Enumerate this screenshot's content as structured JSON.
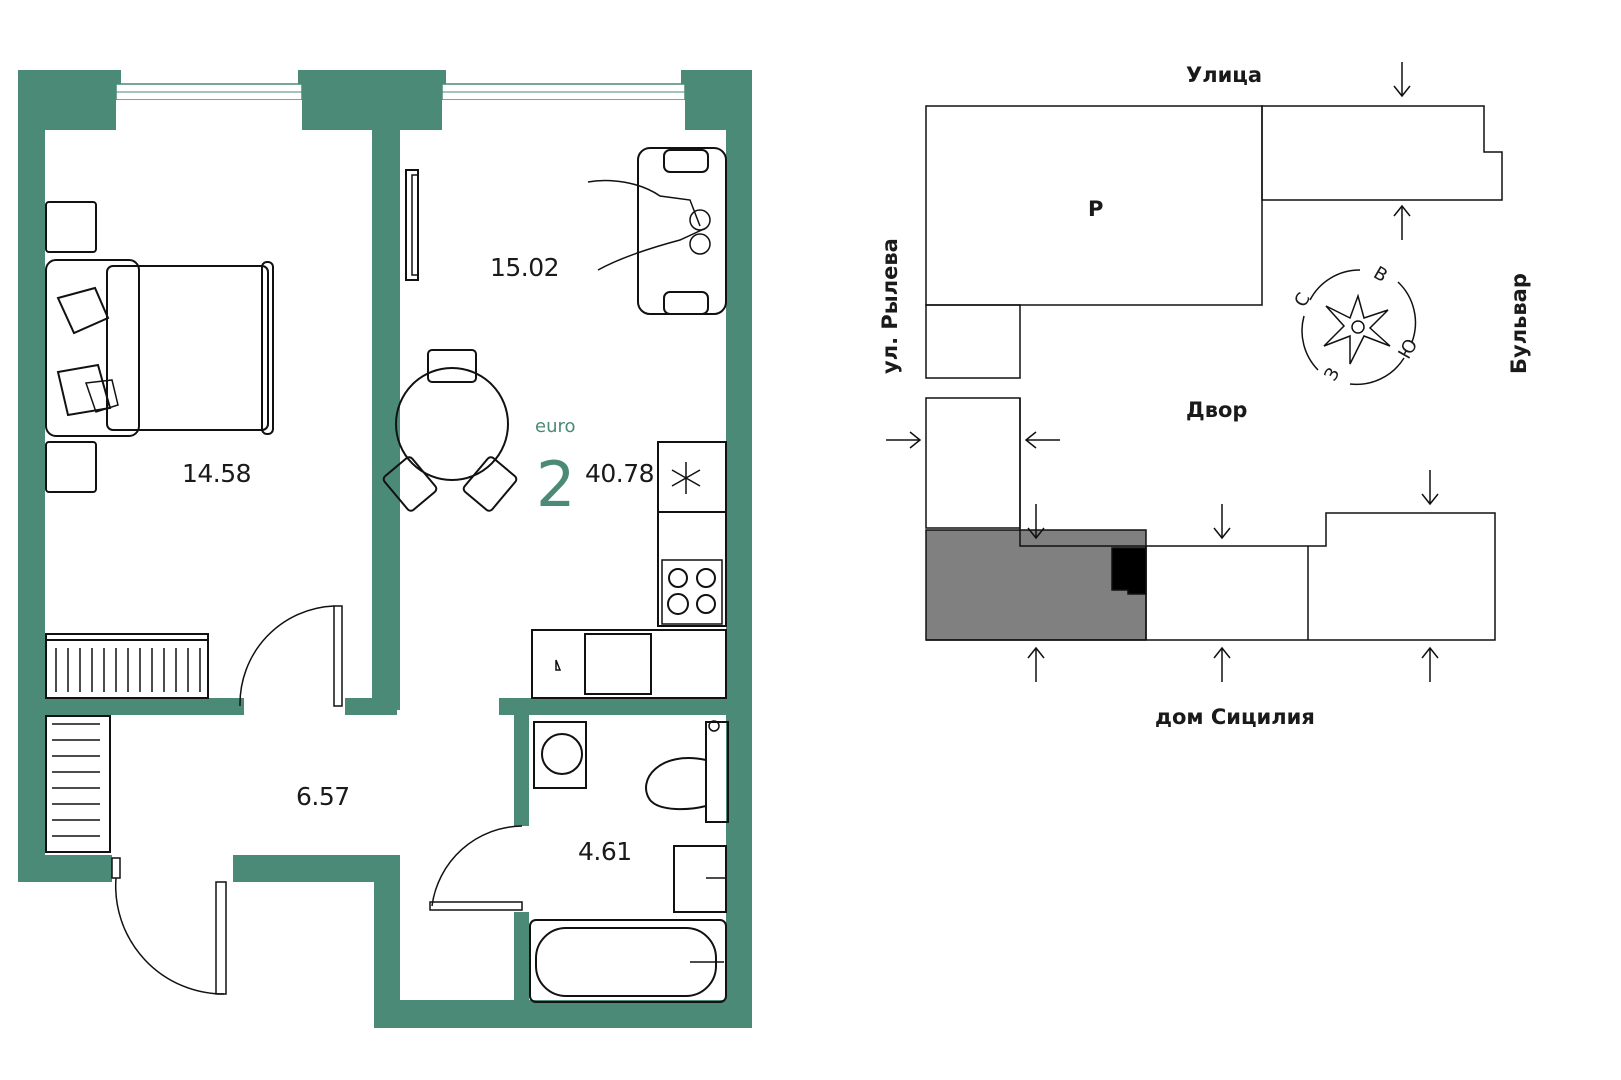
{
  "plan": {
    "wall_color": "#4a8a76",
    "accent_color": "#4a8a76",
    "type_label": "euro",
    "rooms_count": "2",
    "total_area": "40.78",
    "rooms": {
      "bedroom": "14.58",
      "living_kitchen": "15.02",
      "hall": "6.57",
      "bathroom": "4.61"
    }
  },
  "site": {
    "street_top": "Улица",
    "street_left": "ул. Рылева",
    "street_right": "Бульвар",
    "yard": "Двор",
    "house_bottom": "дом Сицилия",
    "building_letter": "Р",
    "highlight_color": "#808080",
    "apartment_color": "#000000",
    "compass": {
      "north": "С",
      "east": "В",
      "south": "Ю",
      "west": "З"
    }
  }
}
